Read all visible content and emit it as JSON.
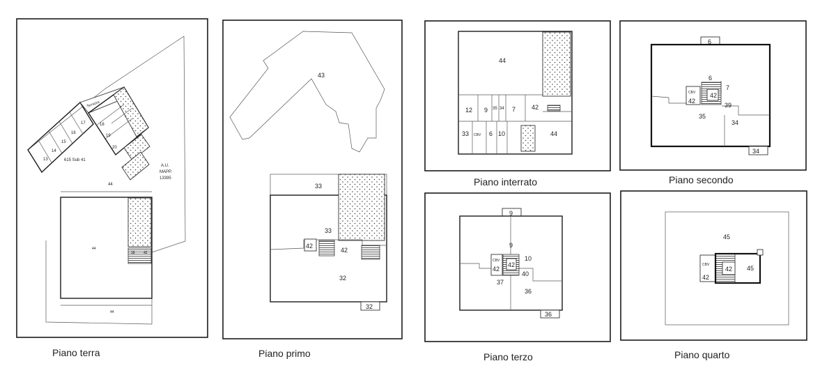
{
  "captions": {
    "piano_terra": "Piano terra",
    "piano_primo": "Piano primo",
    "piano_interrato": "Piano interrato",
    "piano_secondo": "Piano secondo",
    "piano_terzo": "Piano terzo",
    "piano_quarto": "Piano quarto"
  },
  "terra": {
    "room_13": "13",
    "room_14": "14",
    "room_15": "15",
    "room_16": "16",
    "room_17": "17",
    "room_18": "18",
    "room_19": "19",
    "room_20": "20",
    "terrace": "Terrazza",
    "sub": "615 Sub 41",
    "au": "A.U.",
    "mapp": "MAPP.",
    "mapp_no": "13395",
    "area_44_top": "44",
    "area_44_center": "44",
    "area_44_bottom": "44",
    "room_38": "38",
    "room_42": "42"
  },
  "primo": {
    "room_43": "43",
    "room_33_top": "33",
    "room_33": "33",
    "room_42_a": "42",
    "room_42_b": "42",
    "room_32": "32",
    "room_32_tab": "32"
  },
  "interrato": {
    "room_44_top": "44",
    "room_12": "12",
    "room_9": "9",
    "room_35": "35",
    "room_34": "34",
    "room_7": "7",
    "room_42": "42",
    "room_33": "33",
    "room_cbv": "CBV",
    "room_6": "6",
    "room_10": "10",
    "room_44_right": "44"
  },
  "secondo": {
    "room_6_tab": "6",
    "room_6": "6",
    "room_cbv": "CBV",
    "room_42_a": "42",
    "room_42_b": "42",
    "room_7": "7",
    "room_39": "39",
    "room_35": "35",
    "room_34": "34",
    "room_34_tab": "34"
  },
  "terzo": {
    "room_9_tab": "9",
    "room_9": "9",
    "room_cbv": "CBV",
    "room_42_a": "42",
    "room_42_b": "42",
    "room_10": "10",
    "room_40": "40",
    "room_37": "37",
    "room_36": "36",
    "room_36_tab": "36"
  },
  "quarto": {
    "room_45_top": "45",
    "room_cbv": "CBV",
    "room_42_a": "42",
    "room_42_b": "42",
    "room_45_right": "45"
  }
}
